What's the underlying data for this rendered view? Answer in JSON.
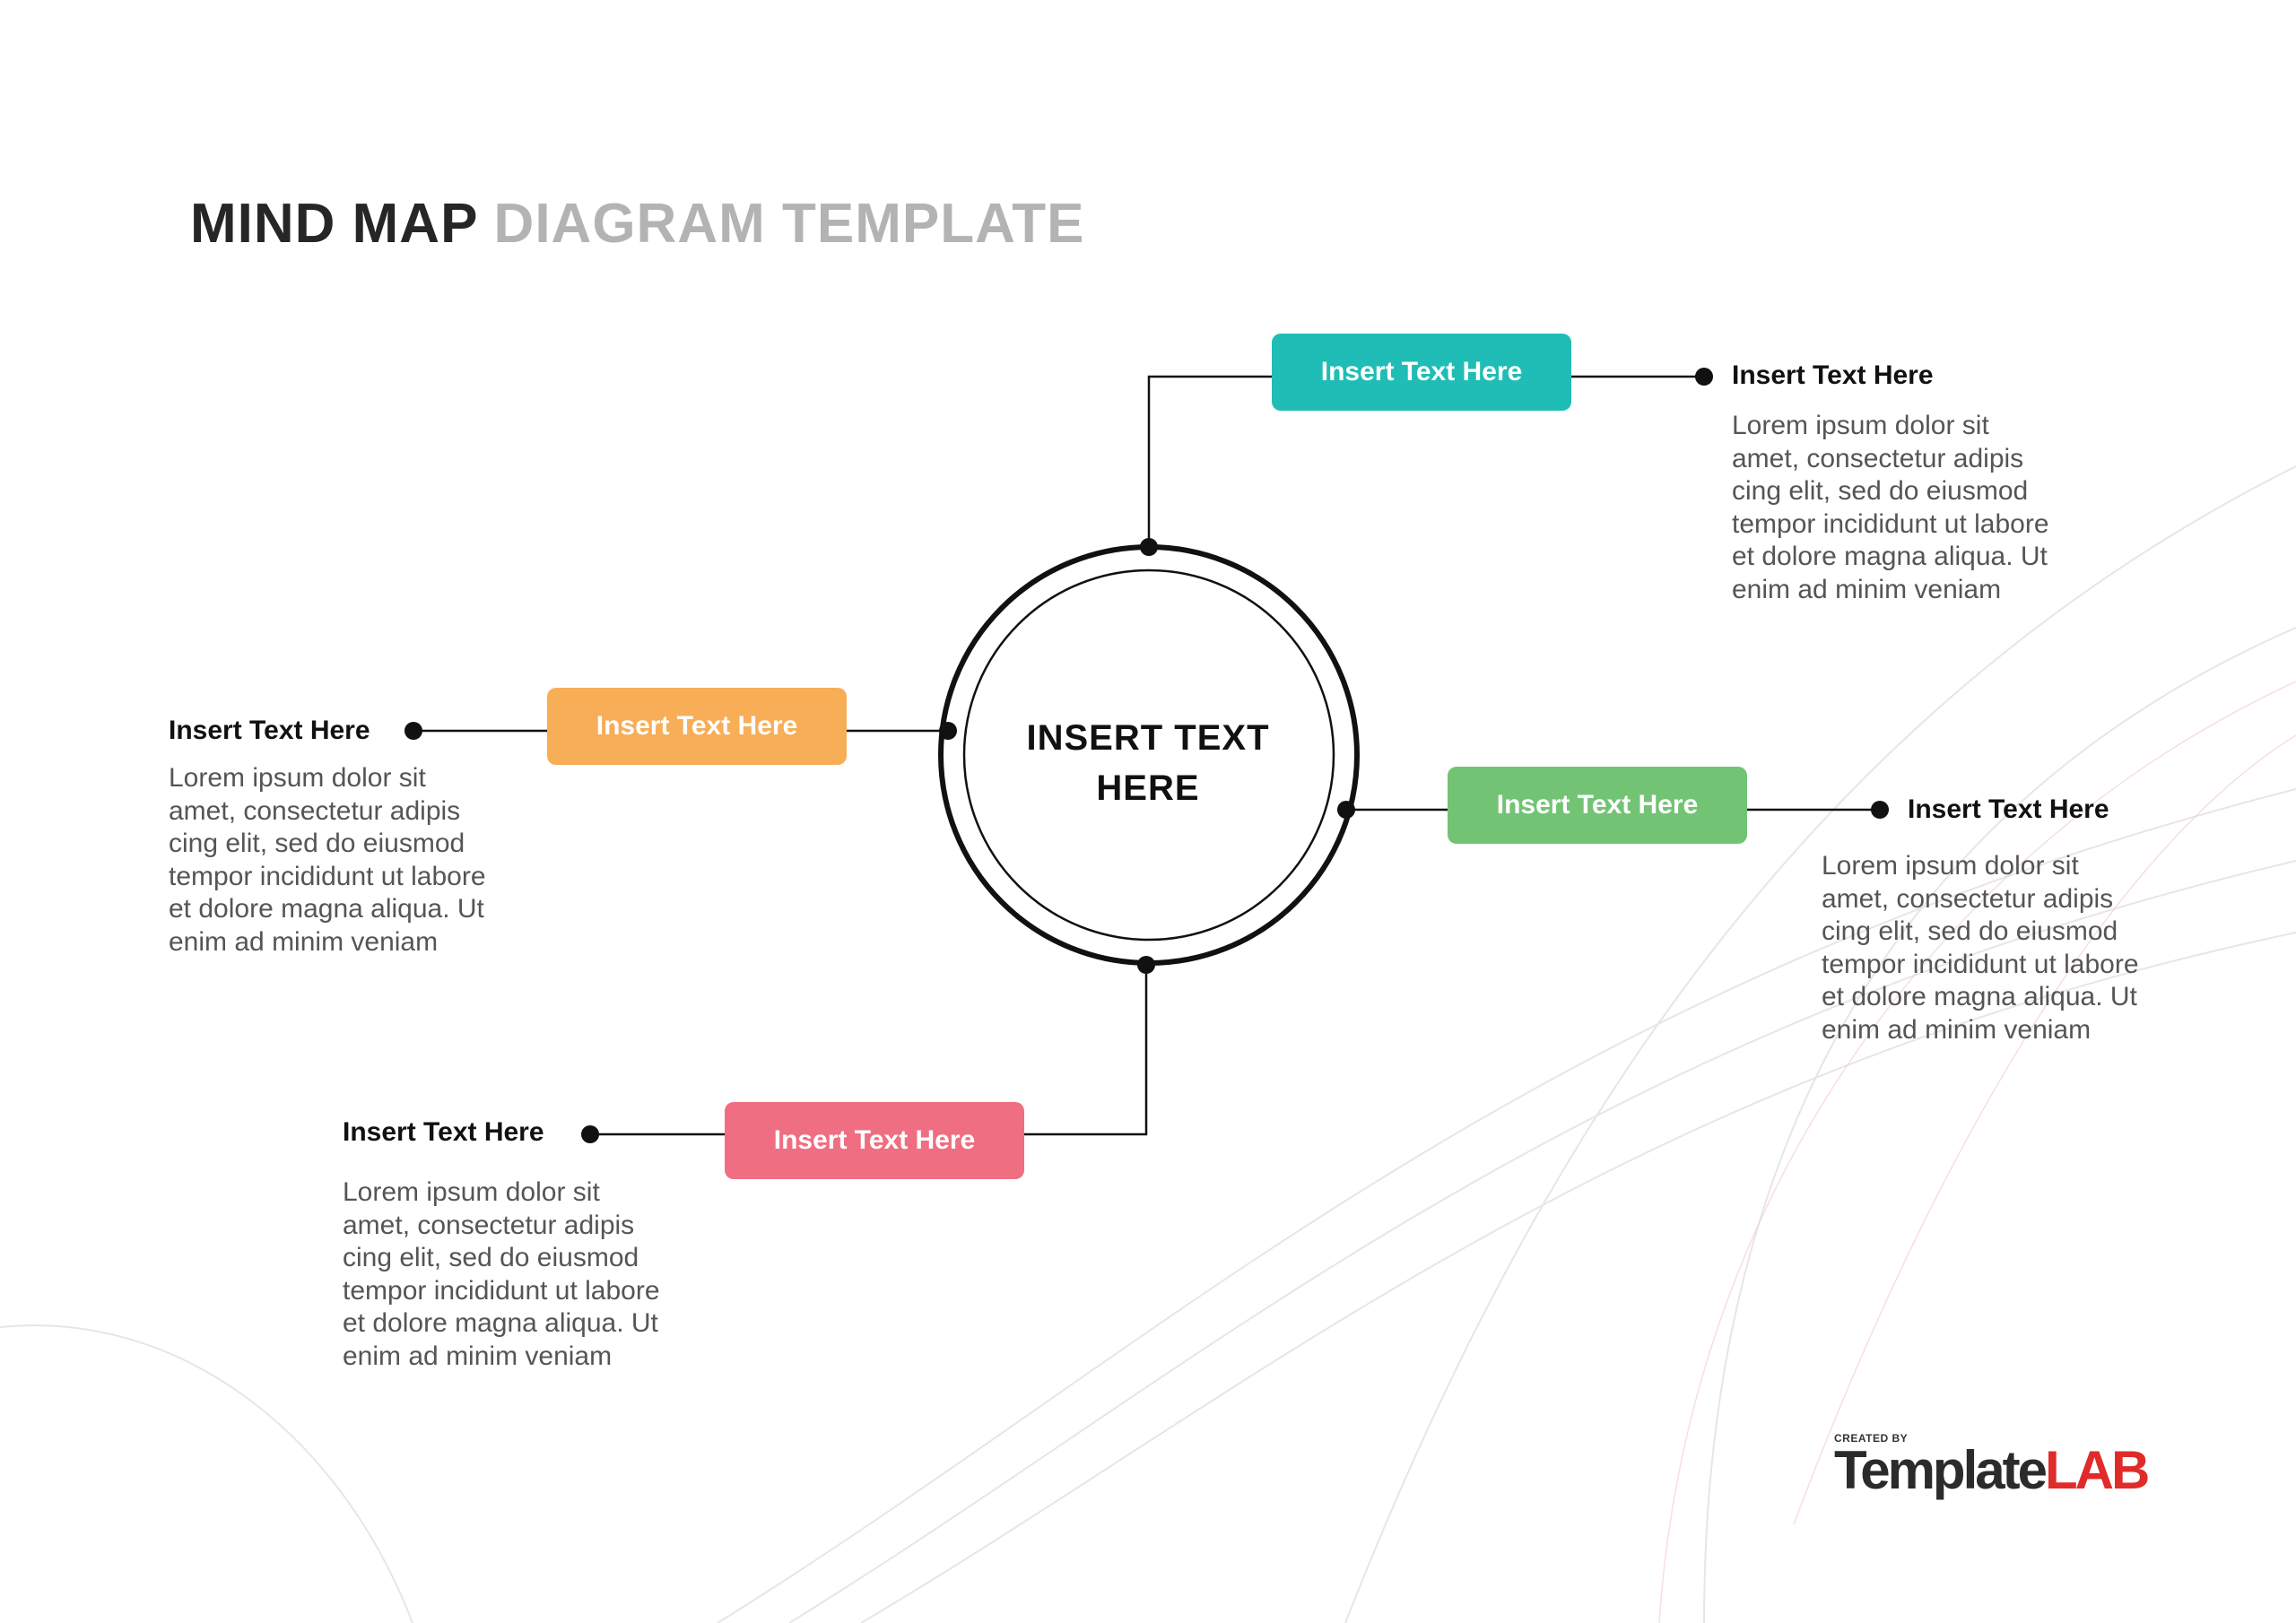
{
  "title": {
    "primary": "MIND MAP",
    "secondary": "DIAGRAM TEMPLATE"
  },
  "center": {
    "line1": "INSERT TEXT",
    "line2": "HERE"
  },
  "colors": {
    "top": "#1fbdb5",
    "left": "#f8ad57",
    "right": "#72c474",
    "bottom": "#ef6e81",
    "line": "#111111"
  },
  "branches": {
    "top": {
      "box": "Insert Text Here",
      "title": "Insert Text Here",
      "body": "Lorem ipsum dolor sit\namet, consectetur adipis\ncing elit, sed do eiusmod\ntempor incididunt ut labore\net dolore magna aliqua. Ut\nenim ad minim veniam"
    },
    "left": {
      "box": "Insert Text Here",
      "title": "Insert Text Here",
      "body": "Lorem ipsum dolor sit\namet, consectetur adipis\ncing elit, sed do eiusmod\ntempor incididunt ut labore\net dolore magna aliqua. Ut\nenim ad minim veniam"
    },
    "right": {
      "box": "Insert Text Here",
      "title": "Insert Text Here",
      "body": "Lorem ipsum dolor sit\namet, consectetur adipis\ncing elit, sed do eiusmod\ntempor incididunt ut labore\net dolore magna aliqua. Ut\nenim ad minim veniam"
    },
    "bottom": {
      "box": "Insert Text Here",
      "title": "Insert Text Here",
      "body": "Lorem ipsum dolor sit\namet, consectetur adipis\ncing elit, sed do eiusmod\ntempor incididunt ut labore\net dolore magna aliqua. Ut\nenim ad minim veniam"
    }
  },
  "logo": {
    "created_by": "CREATED BY",
    "part1": "Template",
    "part2": "LAB"
  }
}
